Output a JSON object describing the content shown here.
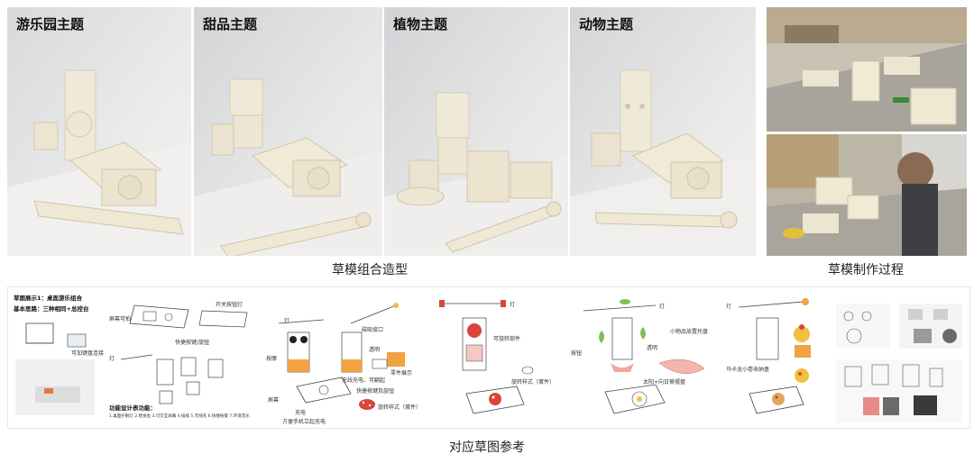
{
  "top_row": {
    "photos": [
      {
        "title": "游乐园主题"
      },
      {
        "title": "甜品主题"
      },
      {
        "title": "植物主题"
      },
      {
        "title": "动物主题"
      }
    ],
    "caption_left": "草模组合造型",
    "caption_right": "草模制作过程"
  },
  "sketches": {
    "caption": "对应草图参考",
    "panel1": {
      "title": "草图展示1：桌面游乐组合",
      "subtitle": "基本思路：三种相同+总控台",
      "notes": [
        "屏幕可拍",
        "开关按钮灯",
        "快捷按键/旋钮",
        "灯",
        "可加键盘连接"
      ],
      "features_title": "功能设计表功能：",
      "features": "1.桌面护眼灯 2.喂食鱼 3.可交互屏幕 4.插排 5.无线充 6.快捷按键 7.环境音乐"
    },
    "panel2": {
      "notes": [
        "灯",
        "按摩",
        "磁吸接口",
        "透明",
        "零件展示",
        "无线充电、可翻起",
        "快捷按键及旋钮",
        "旋转样式（蛋件）",
        "屏幕",
        "充电",
        "方便手机立起充电"
      ]
    },
    "panel3": {
      "notes": [
        "灯",
        "可旋转部件",
        "旋转样式（蛋件）"
      ]
    },
    "panel4": {
      "notes": [
        "灯",
        "按钮",
        "透明",
        "小物品放置托盘",
        "太阳+向日葵摆盘"
      ]
    },
    "panel5": {
      "notes": [
        "灯",
        "马卡龙小卷收纳盒"
      ]
    }
  }
}
